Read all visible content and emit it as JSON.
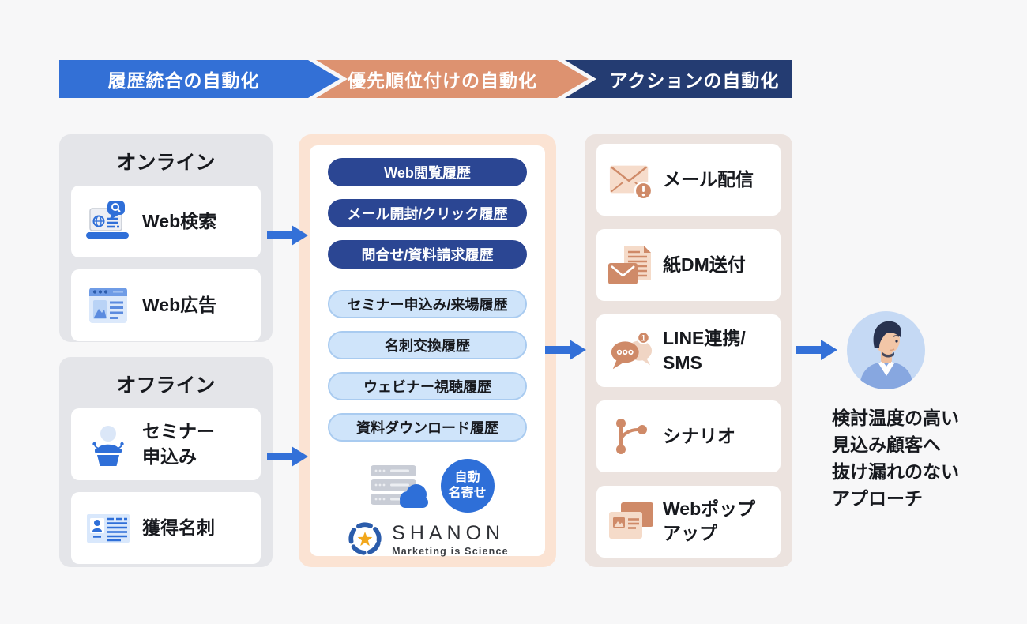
{
  "banner": {
    "steps": [
      {
        "id": "history-integration",
        "label": "履歴統合の自動化"
      },
      {
        "id": "prioritization",
        "label": "優先順位付けの自動化"
      },
      {
        "id": "action",
        "label": "アクションの自動化"
      }
    ]
  },
  "sources": {
    "online": {
      "title": "オンライン",
      "items": [
        {
          "label": "Web検索",
          "icon": "web-search-icon"
        },
        {
          "label": "Web広告",
          "icon": "web-ad-icon"
        }
      ]
    },
    "offline": {
      "title": "オフライン",
      "items": [
        {
          "label": "セミナー\n申込み",
          "icon": "seminar-entry-icon"
        },
        {
          "label": "獲得名刺",
          "icon": "business-card-icon"
        }
      ]
    }
  },
  "histories": {
    "online_pills": [
      "Web閲覧履歴",
      "メール開封/クリック履歴",
      "問合せ/資料請求履歴"
    ],
    "offline_pills": [
      "セミナー申込み/来場履歴",
      "名刺交換履歴",
      "ウェビナー視聴履歴",
      "資料ダウンロード履歴"
    ],
    "merge_badge": "自動\n名寄せ",
    "logo": {
      "name": "SHANON",
      "tagline": "Marketing is Science"
    }
  },
  "actions": {
    "items": [
      {
        "label": "メール配信",
        "icon": "mail-delivery-icon"
      },
      {
        "label": "紙DM送付",
        "icon": "paper-dm-icon"
      },
      {
        "label": "LINE連携/\nSMS",
        "icon": "line-sms-icon",
        "badge": "1"
      },
      {
        "label": "シナリオ",
        "icon": "scenario-icon"
      },
      {
        "label": "Webポップ\nアップ",
        "icon": "web-popup-icon"
      }
    ]
  },
  "result": {
    "text": "検討温度の高い\n見込み顧客へ\n抜け漏れのない\nアプローチ"
  },
  "colors": {
    "background": "#f7f7f8",
    "step_blue": "#3370d6",
    "step_salmon": "#dd9270",
    "step_navy": "#243c72",
    "pill_dark": "#2b4693",
    "pill_light_bg": "#cfe4fa",
    "pill_light_border": "#a9cbf0",
    "source_box": "#e4e5e9",
    "history_box": "#fbe3d3",
    "action_box": "#ece3df",
    "icon_blue": "#2f6fd8",
    "icon_salmon": "#cf8a68",
    "icon_salmon_light": "#f5dbc9",
    "arrow_blue": "#3370d8",
    "avatar_bg": "#c5d9f4"
  }
}
